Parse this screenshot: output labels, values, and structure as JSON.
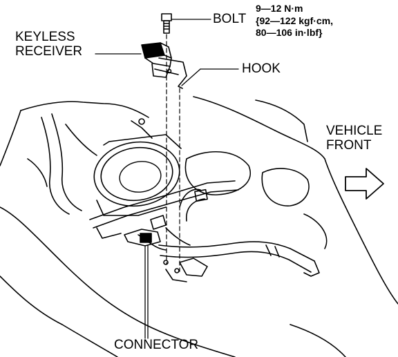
{
  "labels": {
    "bolt": "BOLT",
    "torque_line1": "9—12 N·m",
    "torque_line2": "{92—122 kgf·cm,",
    "torque_line3": "80—106 in·lbf}",
    "keyless_line1": "KEYLESS",
    "keyless_line2": "RECEIVER",
    "hook": "HOOK",
    "vehicle_line1": "VEHICLE",
    "vehicle_line2": "FRONT",
    "connector": "CONNECTOR"
  },
  "colors": {
    "ink": "#000000",
    "paper": "#ffffff"
  },
  "icons": [
    "vehicle-front-arrow-icon"
  ]
}
